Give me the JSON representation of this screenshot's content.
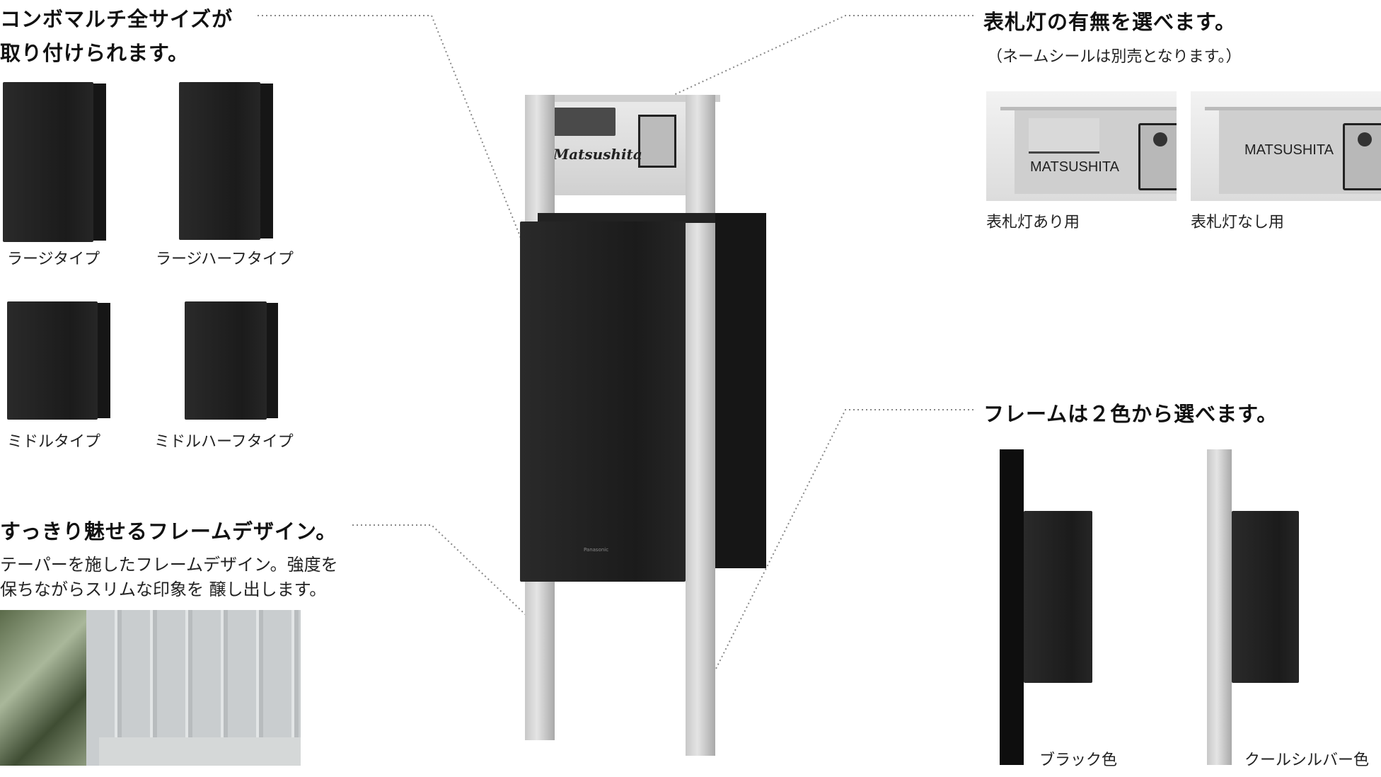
{
  "sections": {
    "sizes": {
      "title_line1": "コンボマルチ全サイズが",
      "title_line2": "取り付けられます。",
      "items": [
        {
          "label": "ラージタイプ"
        },
        {
          "label": "ラージハーフタイプ"
        },
        {
          "label": "ミドルタイプ"
        },
        {
          "label": "ミドルハーフタイプ"
        }
      ]
    },
    "frame_design": {
      "title": "すっきり魅せるフレームデザイン。",
      "body_line1": "テーパーを施したフレームデザイン。強度を",
      "body_line2": "保ちながらスリムな印象を 醸し出します。"
    },
    "nameplate": {
      "title": "表札灯の有無を選べます。",
      "note": "（ネームシールは別売となります。）",
      "nameplate_text": "MATSUSHITA",
      "options": [
        {
          "label": "表札灯あり用"
        },
        {
          "label": "表札灯なし用"
        }
      ]
    },
    "frame_color": {
      "title": "フレームは２色から選べます。",
      "options": [
        {
          "label": "ブラック色",
          "color": "#111111"
        },
        {
          "label": "クールシルバー色",
          "color": "#c4c4c4"
        }
      ]
    }
  },
  "product": {
    "nameplate_script": "Matsushita",
    "brand": "Panasonic"
  }
}
